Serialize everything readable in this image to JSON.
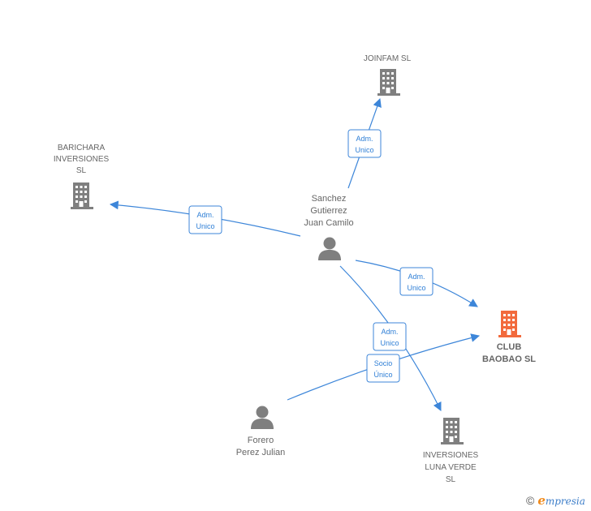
{
  "colors": {
    "edge": "#3d86d9",
    "company": "#7f7f7f",
    "focus_company": "#f26a3c",
    "person": "#7f7f7f"
  },
  "nodes": {
    "joinfam": {
      "lines": [
        "JOINFAM  SL"
      ],
      "icon": "building-icon"
    },
    "barichara": {
      "lines": [
        "BARICHARA",
        "INVERSIONES",
        "SL"
      ],
      "icon": "building-icon"
    },
    "sanchez": {
      "lines": [
        "Sanchez",
        "Gutierrez",
        "Juan Camilo"
      ],
      "icon": "person-icon"
    },
    "club": {
      "lines": [
        "CLUB",
        "BAOBAO  SL"
      ],
      "icon": "building-icon"
    },
    "forero": {
      "lines": [
        "Forero",
        "Perez Julian"
      ],
      "icon": "person-icon"
    },
    "luna": {
      "lines": [
        "INVERSIONES",
        "LUNA VERDE",
        "SL"
      ],
      "icon": "building-icon"
    }
  },
  "edges": [
    {
      "from": "sanchez",
      "to": "joinfam",
      "label": [
        "Adm.",
        "Unico"
      ]
    },
    {
      "from": "sanchez",
      "to": "barichara",
      "label": [
        "Adm.",
        "Unico"
      ]
    },
    {
      "from": "sanchez",
      "to": "club",
      "label": [
        "Adm.",
        "Unico"
      ]
    },
    {
      "from": "sanchez",
      "to": "luna",
      "label": [
        "Adm.",
        "Unico"
      ]
    },
    {
      "from": "forero",
      "to": "club",
      "label": [
        "Socio",
        "Único"
      ]
    }
  ],
  "footer": {
    "copyright": "©",
    "brand_e": "e",
    "brand_rest": "mpresia"
  }
}
